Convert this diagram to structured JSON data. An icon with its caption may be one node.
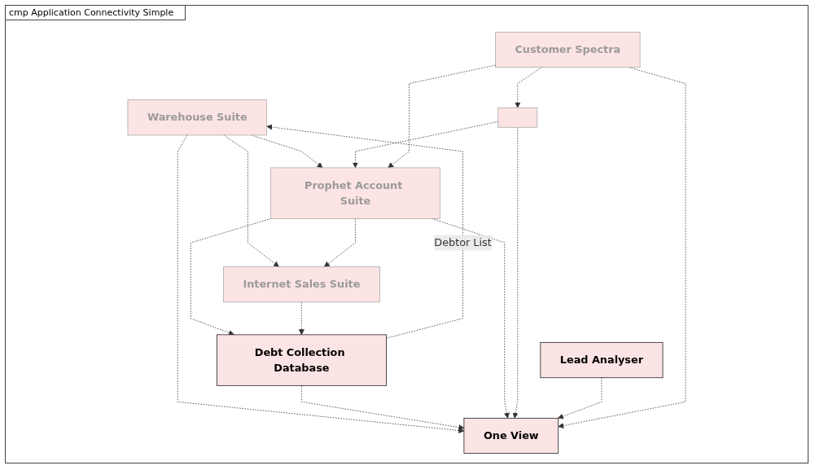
{
  "diagram": {
    "title": "cmp Application Connectivity Simple",
    "nodes": [
      {
        "text": [
          "Warehouse Suite"
        ]
      },
      {
        "text": [
          "Debt Collection Database"
        ]
      },
      {
        "text": [
          "Prophet Account Suite"
        ]
      },
      {
        "text": [
          "One View"
        ]
      },
      {
        "text": [
          "Internet Sales Suite"
        ]
      },
      {
        "text": [],
        "shape": "box"
      },
      {
        "text": [
          "Customer Spectra"
        ]
      },
      {
        "text": [
          "Lead Analyser"
        ]
      }
    ],
    "edges": [
      {
        "from": 1,
        "to": 0,
        "arrow": "to",
        "label": "Debtor List",
        "style": "dashed"
      },
      {
        "from": 2,
        "to": 1,
        "arrow": "to",
        "style": "dashed"
      },
      {
        "from": 0,
        "to": 3,
        "arrow": "to",
        "style": "dashed"
      },
      {
        "from": 1,
        "to": 3,
        "arrow": "to",
        "style": "dashed"
      },
      {
        "from": 0,
        "to": 2,
        "arrow": "to",
        "style": "dashed"
      },
      {
        "from": 0,
        "to": 4,
        "arrow": "to",
        "style": "dashed"
      },
      {
        "from": 4,
        "to": 1,
        "arrow": "to",
        "style": "dashed"
      },
      {
        "from": 2,
        "to": 3,
        "arrow": "to",
        "style": "dashed"
      },
      {
        "from": 5,
        "to": 3,
        "arrow": "to",
        "style": "dashed"
      },
      {
        "from": 7,
        "to": 3,
        "arrow": "to",
        "style": "dashed"
      },
      {
        "from": 6,
        "to": 3,
        "arrow": "to",
        "style": "dashed"
      },
      {
        "from": 5,
        "to": 2,
        "arrow": "to",
        "style": "dashed"
      },
      {
        "from": 2,
        "to": 4,
        "arrow": "to",
        "style": "dashed"
      },
      {
        "from": 6,
        "to": 2,
        "arrow": "to",
        "style": "dashed"
      },
      {
        "from": 6,
        "to": 5,
        "arrow": "to",
        "style": "dashed"
      }
    ]
  }
}
